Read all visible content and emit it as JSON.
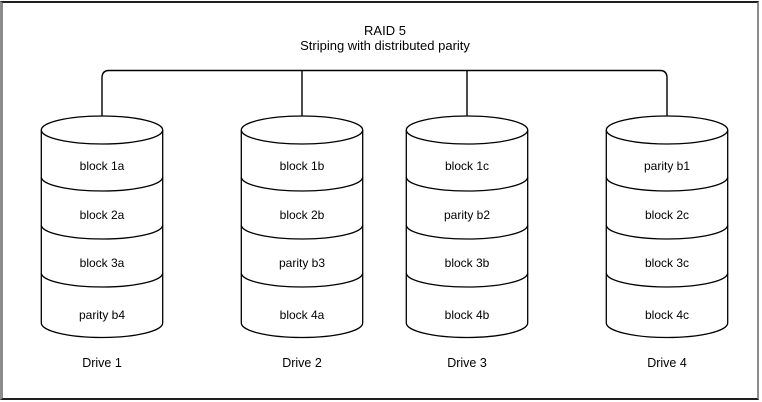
{
  "title": {
    "line1": "RAID 5",
    "line2": "Striping with distributed parity"
  },
  "drives": [
    {
      "label": "Drive 1",
      "segments": [
        "block 1a",
        "block 2a",
        "block 3a",
        "parity b4"
      ]
    },
    {
      "label": "Drive 2",
      "segments": [
        "block 1b",
        "block 2b",
        "parity b3",
        "block 4a"
      ]
    },
    {
      "label": "Drive 3",
      "segments": [
        "block 1c",
        "parity b2",
        "block 3b",
        "block 4b"
      ]
    },
    {
      "label": "Drive 4",
      "segments": [
        "parity b1",
        "block 2c",
        "block 3c",
        "block 4c"
      ]
    }
  ],
  "colors": {
    "line": "#000000",
    "background": "#ffffff",
    "frame_side": "#8c8c8c"
  }
}
